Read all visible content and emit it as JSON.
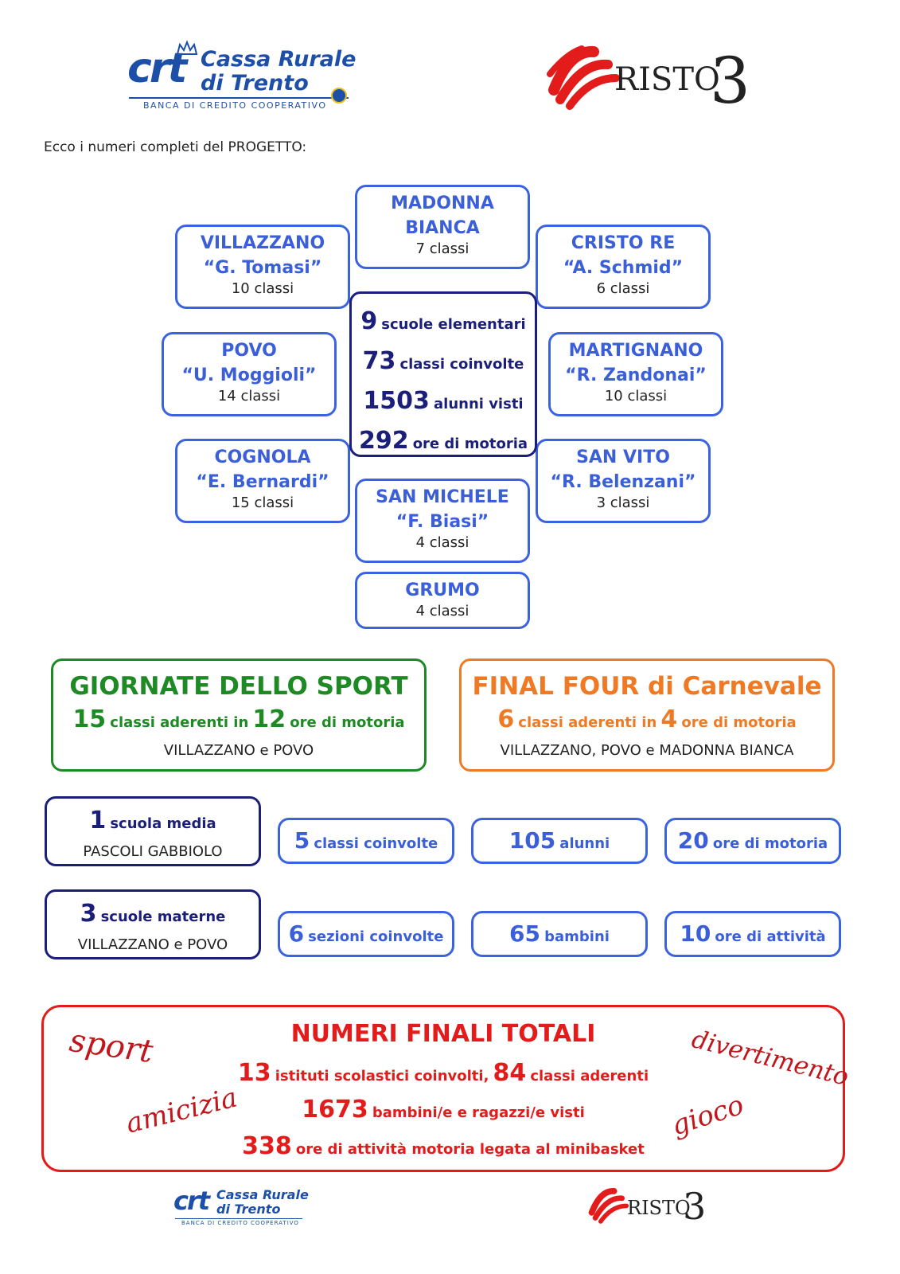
{
  "logos": {
    "crt": {
      "mark": "crt",
      "name_line1": "Cassa Rurale",
      "name_line2": "di Trento",
      "tagline": "BANCA DI CREDITO COOPERATIVO"
    },
    "risto": {
      "name": "RISTO",
      "digit": "3"
    }
  },
  "intro": "Ecco i numeri completi del PROGETTO:",
  "schools": {
    "madonna": {
      "line1": "MADONNA",
      "line2": "BIANCA",
      "count": "7 classi"
    },
    "villazzano": {
      "line1": "VILLAZZANO",
      "line2": "“G. Tomasi”",
      "count": "10 classi"
    },
    "cristo": {
      "line1": "CRISTO RE",
      "line2": "“A. Schmid”",
      "count": "6 classi"
    },
    "povo": {
      "line1": "POVO",
      "line2": "“U. Moggioli”",
      "count": "14 classi"
    },
    "martignano": {
      "line1": "MARTIGNANO",
      "line2": "“R. Zandonai”",
      "count": "10 classi"
    },
    "cognola": {
      "line1": "COGNOLA",
      "line2": "“E. Bernardi”",
      "count": "15 classi"
    },
    "sanvito": {
      "line1": "SAN VITO",
      "line2": "“R. Belenzani”",
      "count": "3 classi"
    },
    "sanmichele": {
      "line1": "SAN MICHELE",
      "line2": "“F. Biasi”",
      "count": "4 classi"
    },
    "grumo": {
      "line1": "GRUMO",
      "count": "4 classi"
    }
  },
  "center": [
    {
      "num": "9",
      "label": "scuole elementari"
    },
    {
      "num": "73",
      "label": "classi coinvolte"
    },
    {
      "num": "1503",
      "label": "alunni visti"
    },
    {
      "num": "292",
      "label": "ore di motoria"
    }
  ],
  "giornate": {
    "title": "GIORNATE DELLO SPORT",
    "n1": "15",
    "t1": "classi aderenti in",
    "n2": "12",
    "t2": "ore di motoria",
    "sub": "VILLAZZANO e POVO"
  },
  "final_four": {
    "title": "FINAL FOUR di Carnevale",
    "n1": "6",
    "t1": "classi aderenti in",
    "n2": "4",
    "t2": "ore di motoria",
    "sub": "VILLAZZANO, POVO e MADONNA BIANCA"
  },
  "media": {
    "num": "1",
    "label": "scuola media",
    "sub": "PASCOLI GABBIOLO",
    "stats": [
      {
        "num": "5",
        "label": "classi coinvolte"
      },
      {
        "num": "105",
        "label": "alunni"
      },
      {
        "num": "20",
        "label": "ore di motoria"
      }
    ]
  },
  "materne": {
    "num": "3",
    "label": "scuole materne",
    "sub": "VILLAZZANO e POVO",
    "stats": [
      {
        "num": "6",
        "label": "sezioni coinvolte"
      },
      {
        "num": "65",
        "label": "bambini"
      },
      {
        "num": "10",
        "label": "ore di attività"
      }
    ]
  },
  "totals": {
    "title": "NUMERI FINALI TOTALI",
    "l1": {
      "n1": "13",
      "t1": "istituti scolastici coinvolti,",
      "n2": "84",
      "t2": "classi aderenti"
    },
    "l2": {
      "n": "1673",
      "t": "bambini/e e ragazzi/e visti"
    },
    "l3": {
      "n": "338",
      "t": "ore di attività motoria legata al minibasket"
    },
    "words": {
      "sport": "sport",
      "amicizia": "amicizia",
      "divertimento": "divertimento",
      "gioco": "gioco"
    }
  },
  "colors": {
    "blue": "#3b63e0",
    "navy": "#1c1f7a",
    "green": "#1e8a23",
    "orange": "#f07a24",
    "red": "#e31b1b"
  }
}
